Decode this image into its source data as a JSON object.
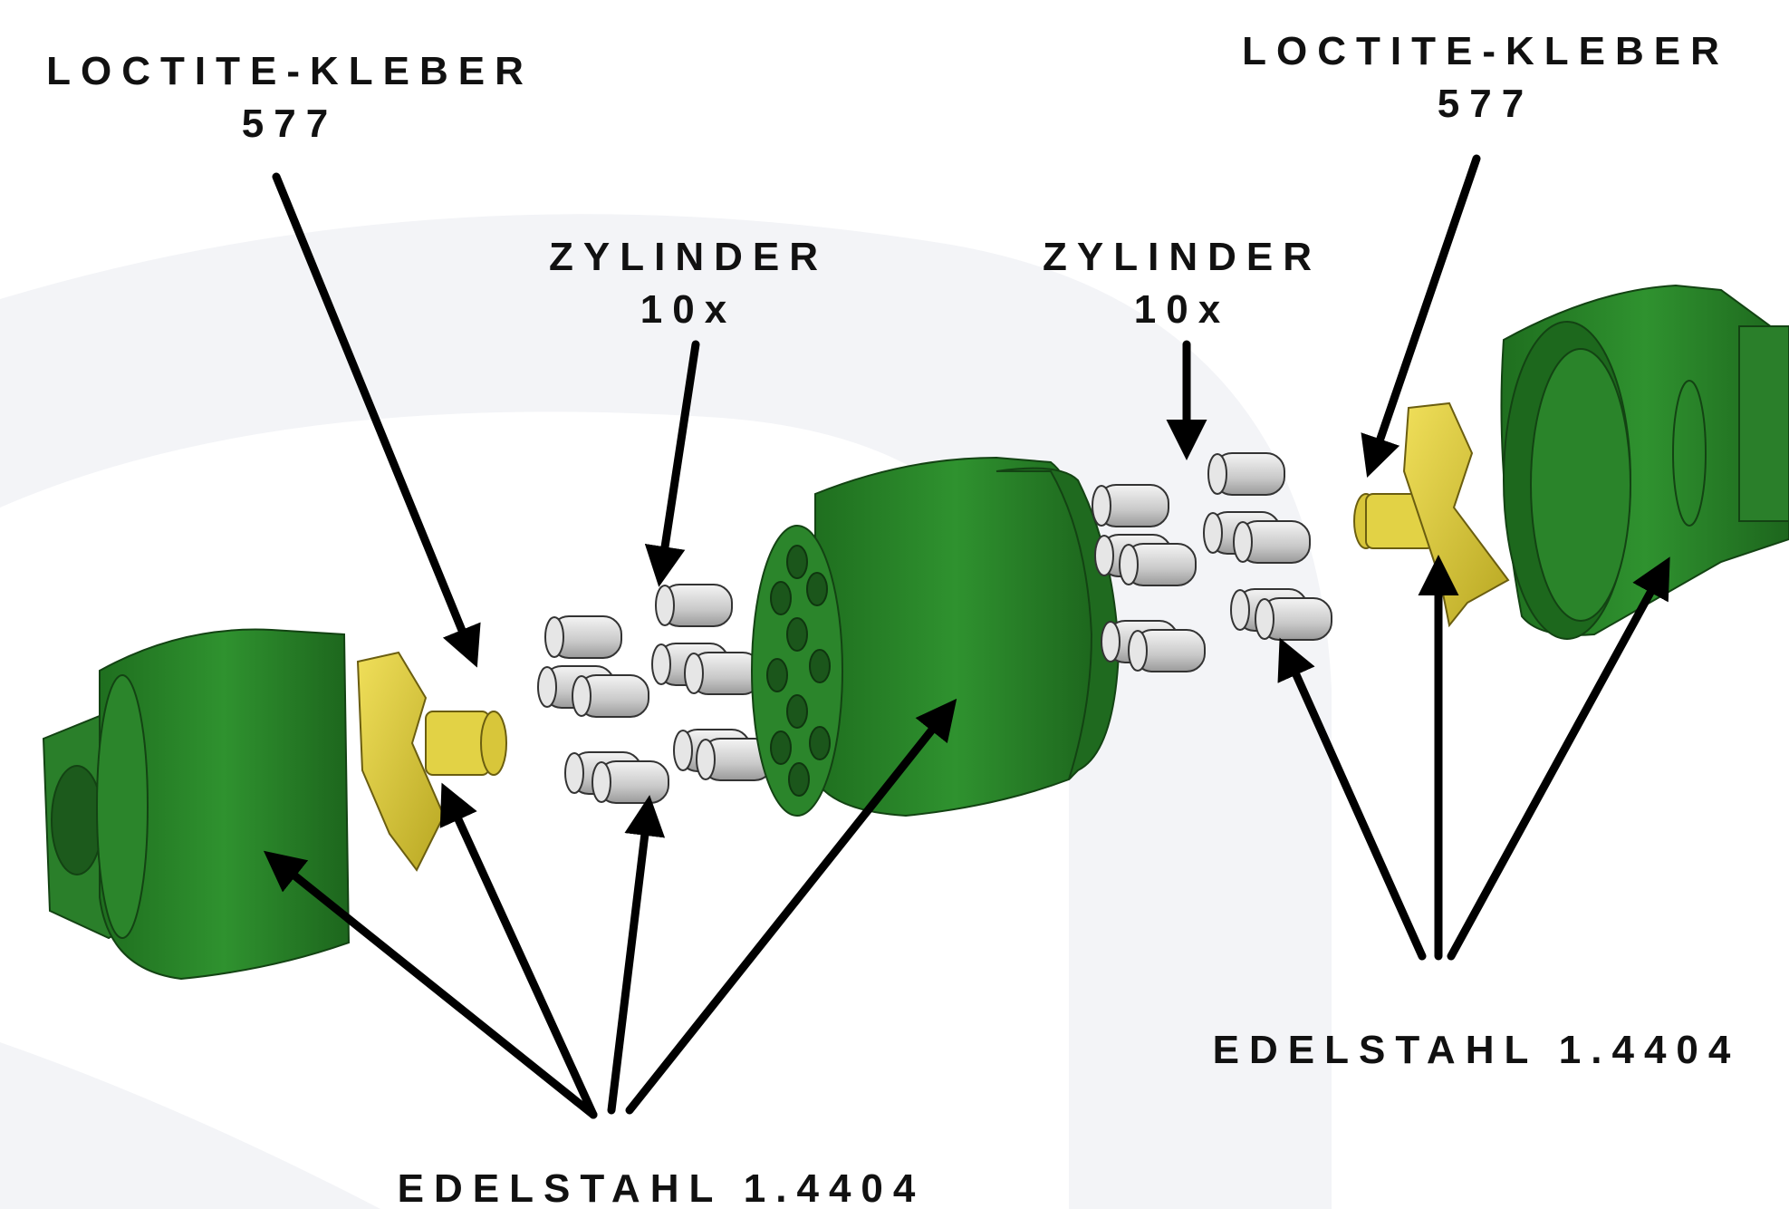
{
  "labels": {
    "glue_left": {
      "line1": "LOCTITE-KLEBER",
      "line2": "577"
    },
    "glue_right": {
      "line1": "LOCTITE-KLEBER",
      "line2": "577"
    },
    "cyl_left": {
      "line1": "ZYLINDER",
      "line2": "10x"
    },
    "cyl_right": {
      "line1": "ZYLINDER",
      "line2": "10x"
    },
    "material_left": "EDELSTAHL 1.4404",
    "material_right": "EDELSTAHL 1.4404"
  },
  "colors": {
    "housing_green": "#2e8c2e",
    "housing_dark": "#1f6a1f",
    "insert_yellow": "#d8c63a",
    "cylinder_grey": "#c8c8c8",
    "arrow": "#000000",
    "watermark": "#f3f4f7"
  }
}
